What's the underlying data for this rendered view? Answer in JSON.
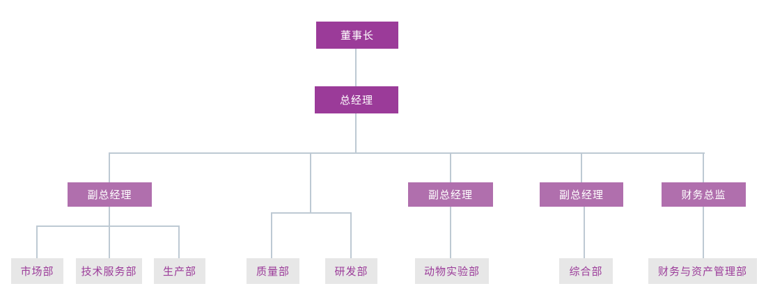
{
  "diagram": {
    "type": "org-chart",
    "colors": {
      "executive_box": "#9B3B99",
      "manager_box": "#B06FAD",
      "department_box": "#E7E7E7",
      "department_text": "#9B3B99",
      "executive_text": "#FFFFFF",
      "connector_line": "#BDC9D3"
    },
    "nodes": {
      "chairman": {
        "label": "董事长",
        "level": 1
      },
      "general_manager": {
        "label": "总经理",
        "level": 2
      },
      "deputy_gm_1": {
        "label": "副总经理",
        "level": 3
      },
      "deputy_gm_2": {
        "label": "副总经理",
        "level": 3
      },
      "deputy_gm_3": {
        "label": "副总经理",
        "level": 3
      },
      "finance_director": {
        "label": "财务总监",
        "level": 3
      },
      "marketing_dept": {
        "label": "市场部",
        "level": 4
      },
      "tech_service_dept": {
        "label": "技术服务部",
        "level": 4
      },
      "production_dept": {
        "label": "生产部",
        "level": 4
      },
      "quality_dept": {
        "label": "质量部",
        "level": 4
      },
      "rd_dept": {
        "label": "研发部",
        "level": 4
      },
      "animal_lab_dept": {
        "label": "动物实验部",
        "level": 4
      },
      "general_affairs_dept": {
        "label": "综合部",
        "level": 4
      },
      "finance_asset_dept": {
        "label": "财务与资产管理部",
        "level": 4
      }
    },
    "edges": [
      {
        "from": "chairman",
        "to": "general_manager"
      },
      {
        "from": "general_manager",
        "to": "deputy_gm_1"
      },
      {
        "from": "general_manager",
        "to": "quality_dept"
      },
      {
        "from": "general_manager",
        "to": "rd_dept"
      },
      {
        "from": "general_manager",
        "to": "deputy_gm_2"
      },
      {
        "from": "general_manager",
        "to": "deputy_gm_3"
      },
      {
        "from": "general_manager",
        "to": "finance_director"
      },
      {
        "from": "deputy_gm_1",
        "to": "marketing_dept"
      },
      {
        "from": "deputy_gm_1",
        "to": "tech_service_dept"
      },
      {
        "from": "deputy_gm_1",
        "to": "production_dept"
      },
      {
        "from": "deputy_gm_2",
        "to": "animal_lab_dept"
      },
      {
        "from": "deputy_gm_3",
        "to": "general_affairs_dept"
      },
      {
        "from": "finance_director",
        "to": "finance_asset_dept"
      }
    ]
  }
}
